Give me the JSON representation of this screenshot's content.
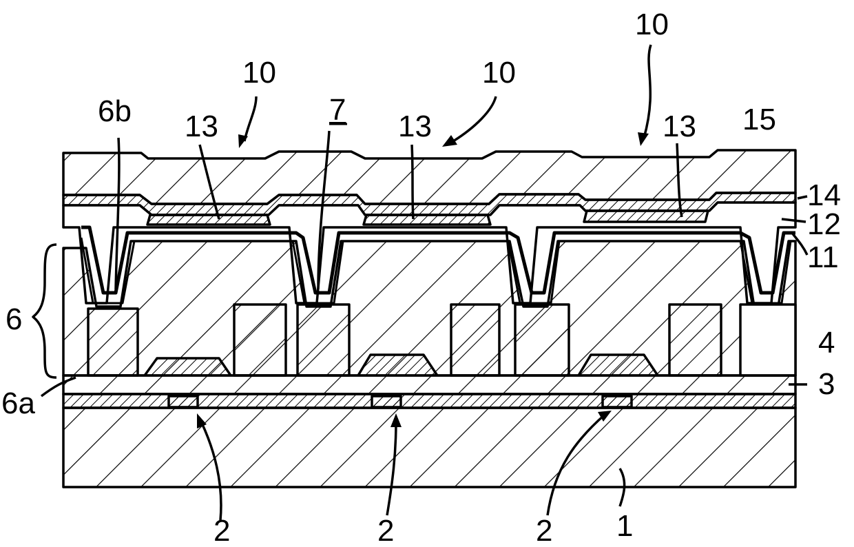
{
  "labels": {
    "device_10": "10",
    "pixel_electrode_13": "13",
    "contact_hole_7": "7",
    "region_6b": "6b",
    "insulating_film_6": "6",
    "region_6a": "6a",
    "counter_substrate_15": "15",
    "film_14": "14",
    "film_12": "12",
    "film_11": "11",
    "layer_4": "4",
    "layer_3": "3",
    "element_2": "2",
    "substrate_1": "1"
  }
}
